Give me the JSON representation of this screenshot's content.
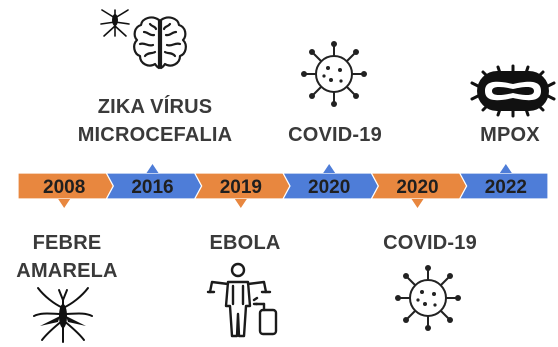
{
  "colors": {
    "orange": "#E8873F",
    "blue": "#4E7DD8",
    "text": "#3a3a3a",
    "year_text": "#1f1f1f"
  },
  "timeline": {
    "segments": [
      {
        "year": "2008",
        "color": "orange",
        "pointer": "down"
      },
      {
        "year": "2016",
        "color": "blue",
        "pointer": "up"
      },
      {
        "year": "2019",
        "color": "orange",
        "pointer": "down"
      },
      {
        "year": "2020",
        "color": "blue",
        "pointer": "up"
      },
      {
        "year": "2020",
        "color": "orange",
        "pointer": "down"
      },
      {
        "year": "2022",
        "color": "blue",
        "pointer": "up"
      }
    ]
  },
  "events": {
    "febre_amarela": {
      "line1": "FEBRE",
      "line2": "AMARELA",
      "icon": "mosquito-icon"
    },
    "zika": {
      "line1": "ZIKA VÍRUS",
      "line2": "MICROCEFALIA",
      "icon": "brain-icon"
    },
    "ebola": {
      "line1": "EBOLA",
      "icon": "protective-suit-icon"
    },
    "covid_2020_top": {
      "line1": "COVID-19",
      "icon": "virus-icon"
    },
    "covid_2020_bottom": {
      "line1": "COVID-19",
      "icon": "virus-icon"
    },
    "mpox": {
      "line1": "MPOX",
      "icon": "poxvirus-icon"
    }
  }
}
